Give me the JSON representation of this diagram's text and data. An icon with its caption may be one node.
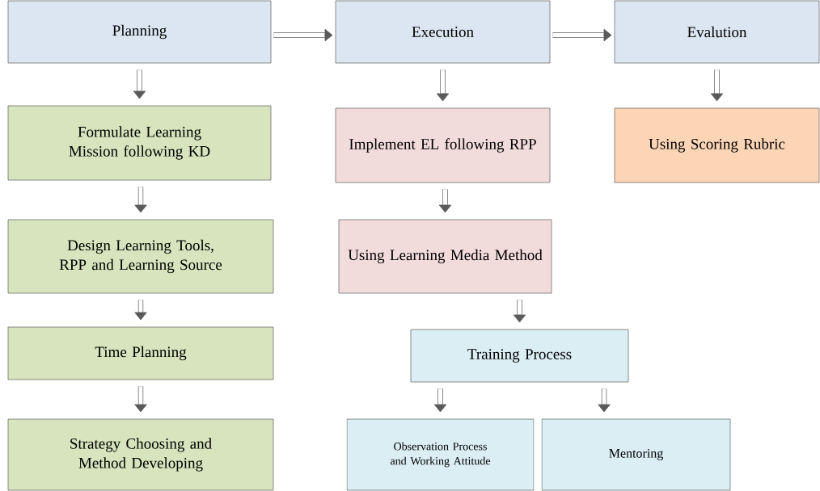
{
  "diagram": {
    "nodes": [
      {
        "text": [
          "Planning"
        ]
      },
      {
        "text": [
          "Execution"
        ]
      },
      {
        "text": [
          "Evalution"
        ]
      },
      {
        "text": [
          "Formulate Learning Mission following KD"
        ]
      },
      {
        "text": [
          "Implement EL following RPP"
        ]
      },
      {
        "text": [
          "Using Scoring Rubric"
        ]
      },
      {
        "text": [
          "Design Learning Tools, RPP and Learning Source"
        ]
      },
      {
        "text": [
          "Using Learning Media Method"
        ]
      },
      {
        "text": [
          "Time Planning"
        ]
      },
      {
        "text": [
          "Training Process"
        ]
      },
      {
        "text": [
          "Strategy Choosing and Method Developing"
        ]
      },
      {
        "text": [
          "Observation Process and Working Attitude"
        ]
      },
      {
        "text": [
          "Mentoring"
        ]
      }
    ],
    "edges": [
      {
        "from": 0,
        "to": 1,
        "arrow": "to"
      },
      {
        "from": 1,
        "to": 2,
        "arrow": "to"
      },
      {
        "from": 0,
        "to": 3,
        "arrow": "to"
      },
      {
        "from": 3,
        "to": 6,
        "arrow": "to"
      },
      {
        "from": 6,
        "to": 8,
        "arrow": "to"
      },
      {
        "from": 8,
        "to": 10,
        "arrow": "to"
      },
      {
        "from": 1,
        "to": 4,
        "arrow": "to"
      },
      {
        "from": 4,
        "to": 7,
        "arrow": "to"
      },
      {
        "from": 7,
        "to": 9,
        "arrow": "to"
      },
      {
        "from": 9,
        "to": 11,
        "arrow": "to"
      },
      {
        "from": 9,
        "to": 12,
        "arrow": "to"
      },
      {
        "from": 2,
        "to": 5,
        "arrow": "to"
      }
    ]
  }
}
